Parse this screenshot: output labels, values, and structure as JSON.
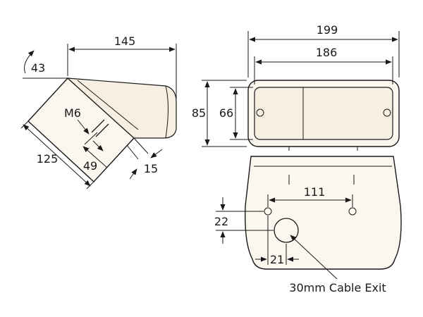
{
  "dimensions": {
    "overall_length": "145",
    "angle": "43",
    "thread": "M6",
    "body_length": "125",
    "bolt_spacing": "49",
    "offset": "15",
    "overall_width": "199",
    "lens_width": "186",
    "overall_height": "85",
    "lens_height": "66",
    "hole_spacing": "111",
    "hole_to_exit_vertical": "22",
    "hole_to_exit_horizontal": "21"
  },
  "callouts": {
    "cable_exit": "30mm Cable Exit"
  }
}
